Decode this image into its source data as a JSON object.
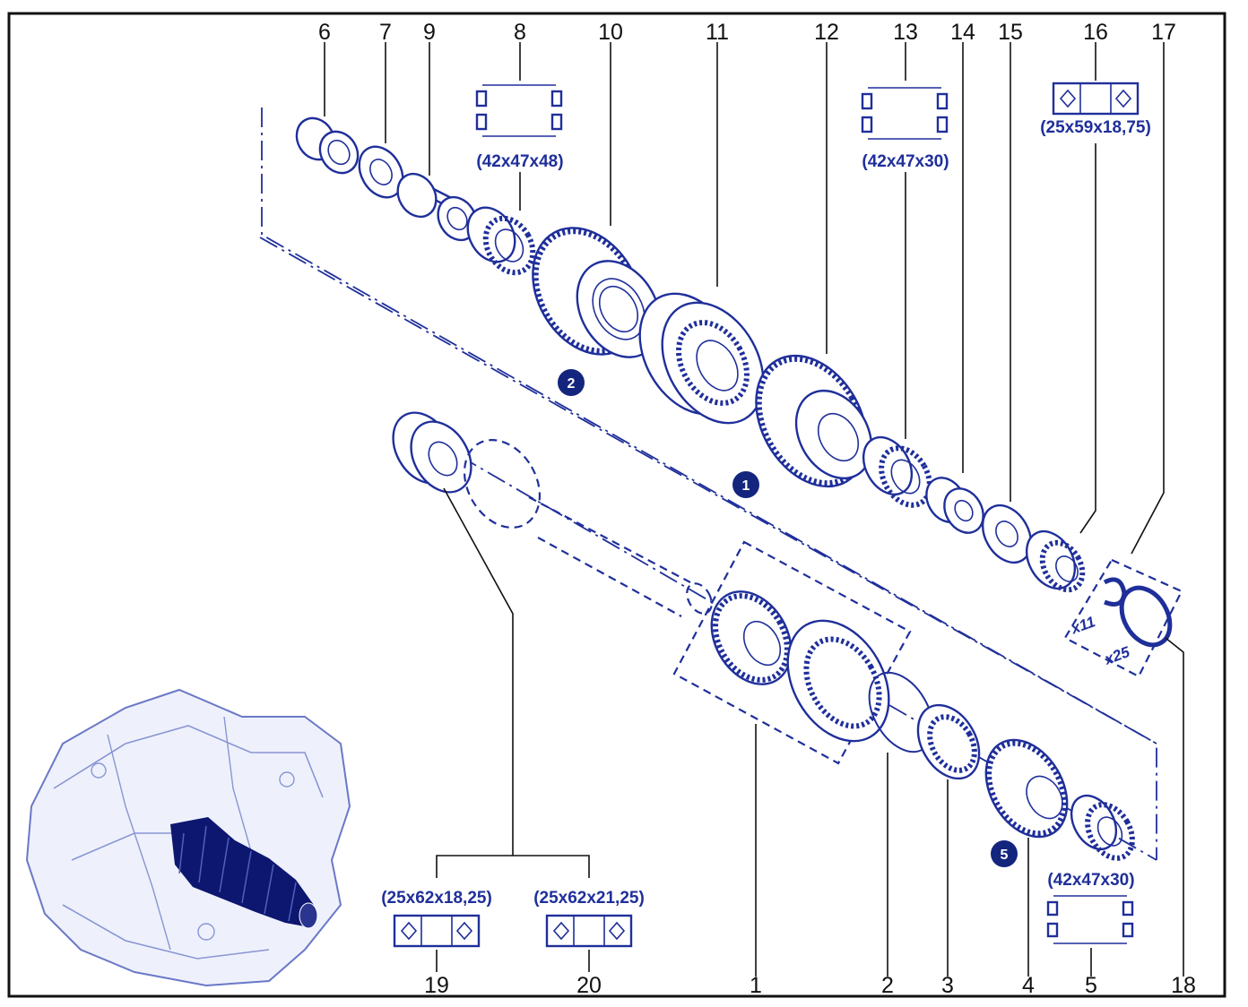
{
  "part_numbers": [
    "1",
    "2",
    "3",
    "4",
    "5",
    "6",
    "7",
    "8",
    "9",
    "10",
    "11",
    "12",
    "13",
    "14",
    "15",
    "16",
    "17",
    "18",
    "19",
    "20"
  ],
  "bearing_dimensions": {
    "b8": "(42x47x48)",
    "b13": "(42x47x30)",
    "b16": "(25x59x18,75)",
    "b5": "(42x47x30)",
    "b19": "(25x62x18,25)",
    "b20": "(25x62x21,25)"
  },
  "gear_badges": {
    "second": "2",
    "first": "1",
    "fifth": "5"
  },
  "multipliers": {
    "m11": "x11",
    "m25": "x25"
  },
  "colors": {
    "line": "#1f2f9a",
    "badge": "#14257e",
    "text": "#111111"
  },
  "icons": [
    "needle-bearing-icon",
    "taper-bearing-icon",
    "gearbox-image"
  ]
}
